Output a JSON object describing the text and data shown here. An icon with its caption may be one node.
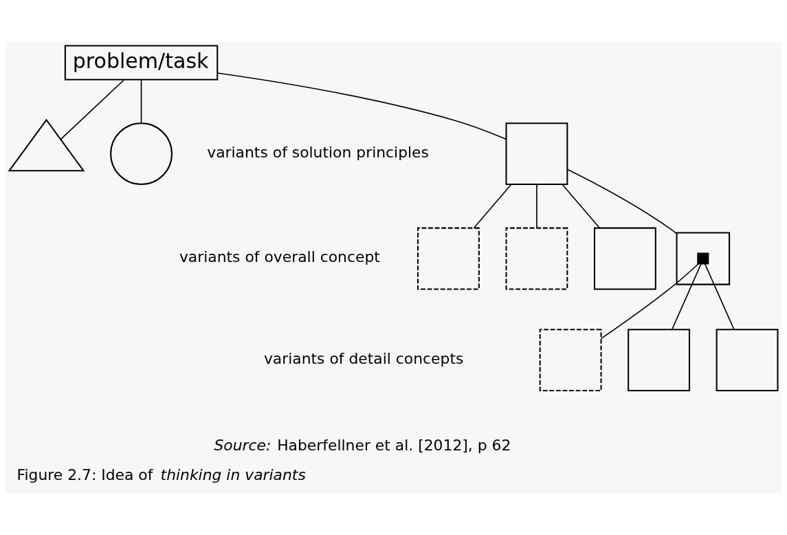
{
  "diagram": {
    "caption": "Figure 2.7: Idea of *thinking in variants*",
    "nodes": [
      {
        "text": [
          "problem/task"
        ]
      },
      {
        "text": [],
        "shape": "circle"
      },
      {
        "text": [],
        "shape": "box"
      },
      {
        "text": [],
        "shape": "triangle"
      },
      {
        "text": [],
        "shape": "box"
      },
      {
        "text": [],
        "shape": "box"
      },
      {
        "text": [],
        "shape": "box"
      },
      {
        "text": [],
        "shape": "box"
      },
      {
        "text": [],
        "shape": "box"
      },
      {
        "text": [],
        "shape": "box"
      },
      {
        "text": [],
        "shape": "box"
      },
      {
        "text": [],
        "shape": "box",
        "in": 5
      }
    ],
    "edges": [
      {
        "from": 0,
        "to": 1,
        "arrow": "none"
      },
      {
        "from": 0,
        "to": 2,
        "arrow": "none"
      },
      {
        "from": 0,
        "to": 3,
        "arrow": "none"
      },
      {
        "from": 2,
        "to": 4,
        "arrow": "none"
      },
      {
        "from": 2,
        "to": 5,
        "arrow": "none"
      },
      {
        "from": 2,
        "to": 6,
        "arrow": "none"
      },
      {
        "from": 2,
        "to": 7,
        "arrow": "none"
      },
      {
        "from": 11,
        "to": 8,
        "arrow": "none"
      },
      {
        "from": 11,
        "to": 9,
        "arrow": "none"
      },
      {
        "from": 11,
        "to": 10,
        "arrow": "none"
      }
    ],
    "labels": [
      "variants of solution principles",
      "variants of overall concept",
      "variants of detail concepts",
      "*Source:* Haberfellner et al. [2012], p 62"
    ]
  }
}
